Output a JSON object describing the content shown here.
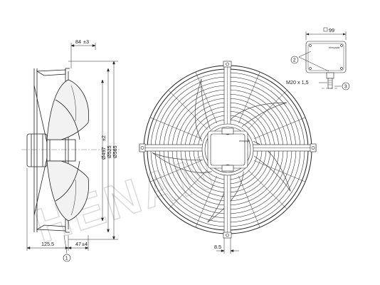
{
  "dimensions": {
    "depth_top": "84",
    "depth_top_tol": "±3",
    "d_blade": "Ø497",
    "d_blade_tol": "±2",
    "d_ring": "Ø525",
    "d_outer": "Ø565",
    "motor_len": "125.5",
    "mount_depth": "47",
    "mount_depth_tol": "±4",
    "hole": "8.5",
    "box_width": "99",
    "thread": "M20 x 1,5"
  },
  "callouts": {
    "c1": "1",
    "c2": "2",
    "c3": "3"
  },
  "terminal_box": {
    "brand_mark": "ebmpapst"
  },
  "hub": {
    "label": "ebmpapst"
  },
  "watermark": {
    "text": "HENAN"
  }
}
